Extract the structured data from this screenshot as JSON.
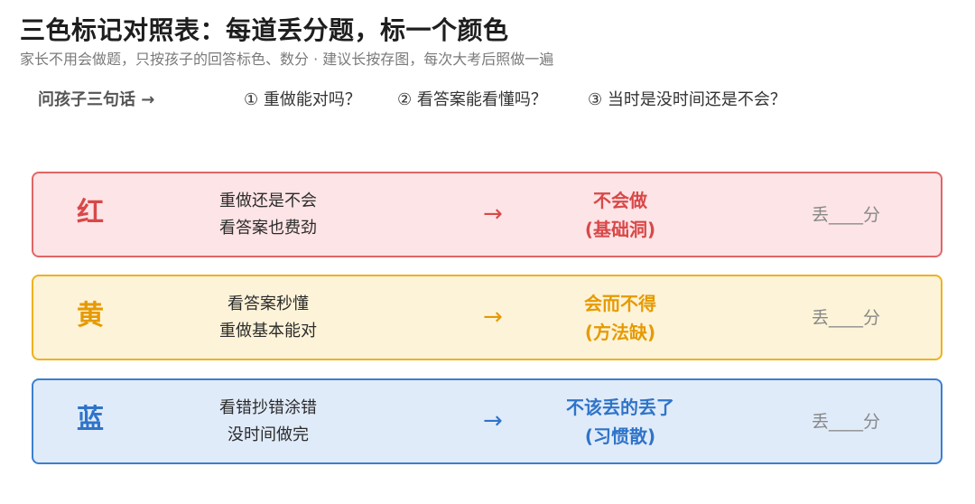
{
  "header": {
    "title": "三色标记对照表：每道丢分题，标一个颜色",
    "subtitle": "家长不用会做题，只按孩子的回答标色、数分 · 建议长按存图，每次大考后照做一遍"
  },
  "ask": {
    "label": "问孩子三句话 →",
    "questions": [
      "① 重做能对吗？",
      "② 看答案能看懂吗？",
      "③ 当时是没时间还是不会？"
    ]
  },
  "cards": [
    {
      "letter": "红",
      "desc": [
        "重做还是不会",
        "看答案也费劲"
      ],
      "arrow": "→",
      "result": [
        "不会做",
        "(基础洞)"
      ],
      "score": "丢____分",
      "accent": "#d94848",
      "bg": "#fde4e6",
      "border": "#e06666"
    },
    {
      "letter": "黄",
      "desc": [
        "看答案秒懂",
        "重做基本能对"
      ],
      "arrow": "→",
      "result": [
        "会而不得",
        "(方法缺)"
      ],
      "score": "丢____分",
      "accent": "#e69a00",
      "bg": "#fdf3d8",
      "border": "#eeb21f"
    },
    {
      "letter": "蓝",
      "desc": [
        "看错抄错涂错",
        "没时间做完"
      ],
      "arrow": "→",
      "result": [
        "不该丢的丢了",
        "(习惯散)"
      ],
      "score": "丢____分",
      "accent": "#2f74c8",
      "bg": "#e0ebfa",
      "border": "#3b7fd0"
    }
  ]
}
